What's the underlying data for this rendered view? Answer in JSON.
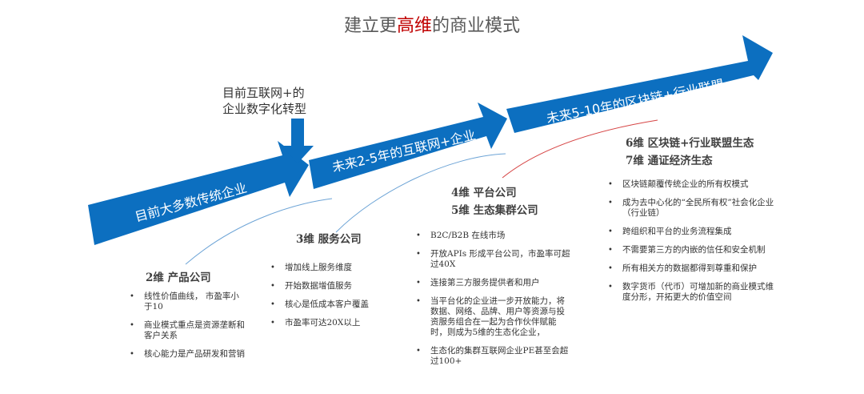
{
  "title": {
    "prefix": "建立更",
    "highlight": "高维",
    "suffix": "的商业模式",
    "highlight_color": "#c00000"
  },
  "colors": {
    "arrow_blue": "#0c6fc0",
    "curve_blue": "#6da4d6",
    "curve_red": "#d64545"
  },
  "arrows": [
    {
      "label": "目前大多数传统企业"
    },
    {
      "label": "未来2-5年的互联网+企业"
    },
    {
      "label": "未来5-10年的区块链+行业联盟"
    }
  ],
  "callout": {
    "line1": "目前互联网+的",
    "line2": "企业数字化转型",
    "icon": "down-arrow-icon"
  },
  "blocks": {
    "dim2": {
      "heading": "2维  产品公司",
      "bullets": [
        "线性价值曲线， 市盈率小于10",
        "商业模式重点是资源垄断和客户关系",
        "核心能力是产品研发和营销"
      ]
    },
    "dim3": {
      "heading": "3维  服务公司",
      "bullets": [
        "增加线上服务维度",
        "开始数据增值服务",
        "核心是低成本客户覆盖",
        "市盈率可达20X以上"
      ]
    },
    "dim45": {
      "heading1": "4维  平台公司",
      "heading2": "5维  生态集群公司",
      "bullets": [
        "B2C/B2B 在线市场",
        "开放APIs 形成平台公司，市盈率可超过40X",
        "连接第三方服务提供者和用户",
        "当平台化的企业进一步开放能力，将数据、网络、品牌、用户等资源与投资服务组合在一起为合作伙伴赋能时，则成为5维的生态化企业，",
        "生态化的集群互联网企业PE甚至会超过100+"
      ]
    },
    "dim67": {
      "heading1": "6维  区块链+行业联盟生态",
      "heading2": "7维  通证经济生态",
      "bullets": [
        "区块链颠覆传统企业的所有权模式",
        "成为去中心化的“全民所有权”社会化企业（行业链）",
        "跨组织和平台的业务流程集成",
        "不需要第三方的内嵌的信任和安全机制",
        "所有相关方的数据都得到尊重和保护",
        "数字货币（代币）可增加新的商业模式维度分形，开拓更大的价值空间"
      ]
    }
  }
}
